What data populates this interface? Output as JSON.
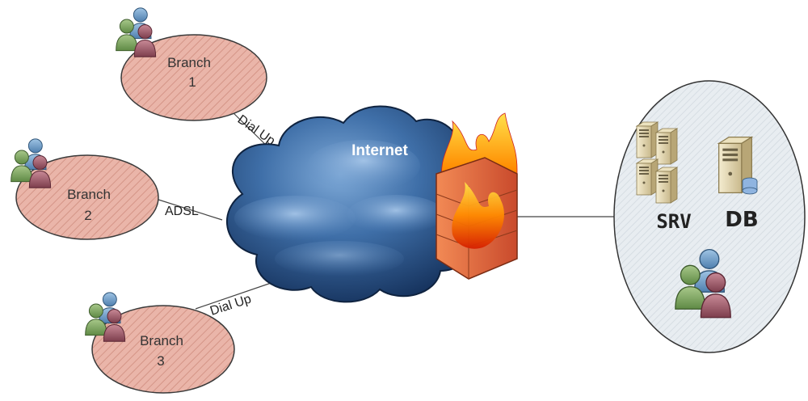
{
  "branches": [
    {
      "label": "Branch",
      "number": "1",
      "link": "Dial Up"
    },
    {
      "label": "Branch",
      "number": "2",
      "link": "ADSL"
    },
    {
      "label": "Branch",
      "number": "3",
      "link": "Dial Up"
    }
  ],
  "cloud": {
    "label": "Internet"
  },
  "datacenter": {
    "server_label": "SRV",
    "database_label": "DB"
  },
  "colors": {
    "branch_fill": "#e9b3a7",
    "branch_stroke": "#333333",
    "cloud_dark": "#1d3d6b",
    "cloud_light": "#6f9fd0",
    "datacenter_fill": "#e6ebef",
    "firewall_brick": "#e2633a",
    "flame": "#ff7a00"
  },
  "icons": {
    "people": "people-group-icon",
    "server": "server-rack-icon",
    "database": "database-server-icon",
    "firewall": "firewall-icon",
    "cloud": "cloud-icon"
  }
}
